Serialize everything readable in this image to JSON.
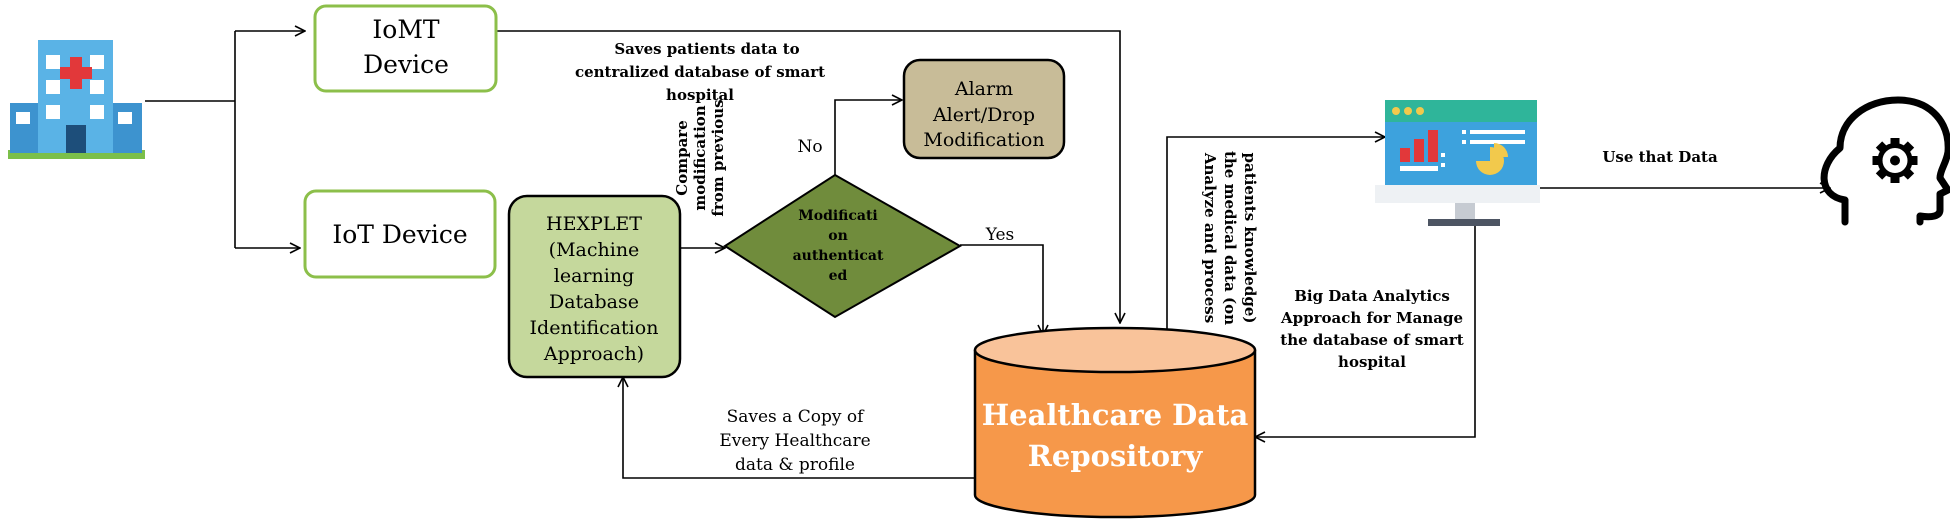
{
  "nodes": {
    "iomt_device": [
      "IoMT",
      "Device"
    ],
    "iot_device": "IoT Device",
    "hexplet": [
      "HEXPLET",
      "(Machine",
      "learning",
      "Database",
      "Identification",
      "Approach)"
    ],
    "decision": [
      "Modificati",
      "on",
      "authenticat",
      "ed"
    ],
    "alarm": [
      "Alarm",
      "Alert/Drop",
      "Modification"
    ],
    "repository": [
      "Healthcare Data",
      "Repository"
    ]
  },
  "edge_labels": {
    "saves_patients": [
      "Saves patients data to",
      "centralized database of smart",
      "hospital"
    ],
    "compare": [
      "Compare",
      "modification",
      "from previous"
    ],
    "no": "No",
    "yes": "Yes",
    "saves_copy": [
      "Saves a Copy of",
      "Every Healthcare",
      "data & profile"
    ],
    "analyze": [
      "Analyze and process",
      "the medical data (on",
      "patients knowledge)"
    ],
    "big_data": [
      "Big Data Analytics",
      "Approach for Manage",
      "the database of smart",
      "hospital"
    ],
    "use_data": "Use that Data"
  },
  "icons": [
    "hospital-icon",
    "monitor-analytics-icon",
    "head-gear-icon"
  ],
  "colors": {
    "device_border": "#8cbf4a",
    "hexplet_fill": "#c5d89c",
    "decision_fill": "#708c3c",
    "alarm_fill": "#c8bc98",
    "repository_fill": "#f6984a",
    "repository_top": "#f9c39a",
    "hospital_blue": "#55aee3",
    "monitor_screen": "#3da2dd"
  }
}
